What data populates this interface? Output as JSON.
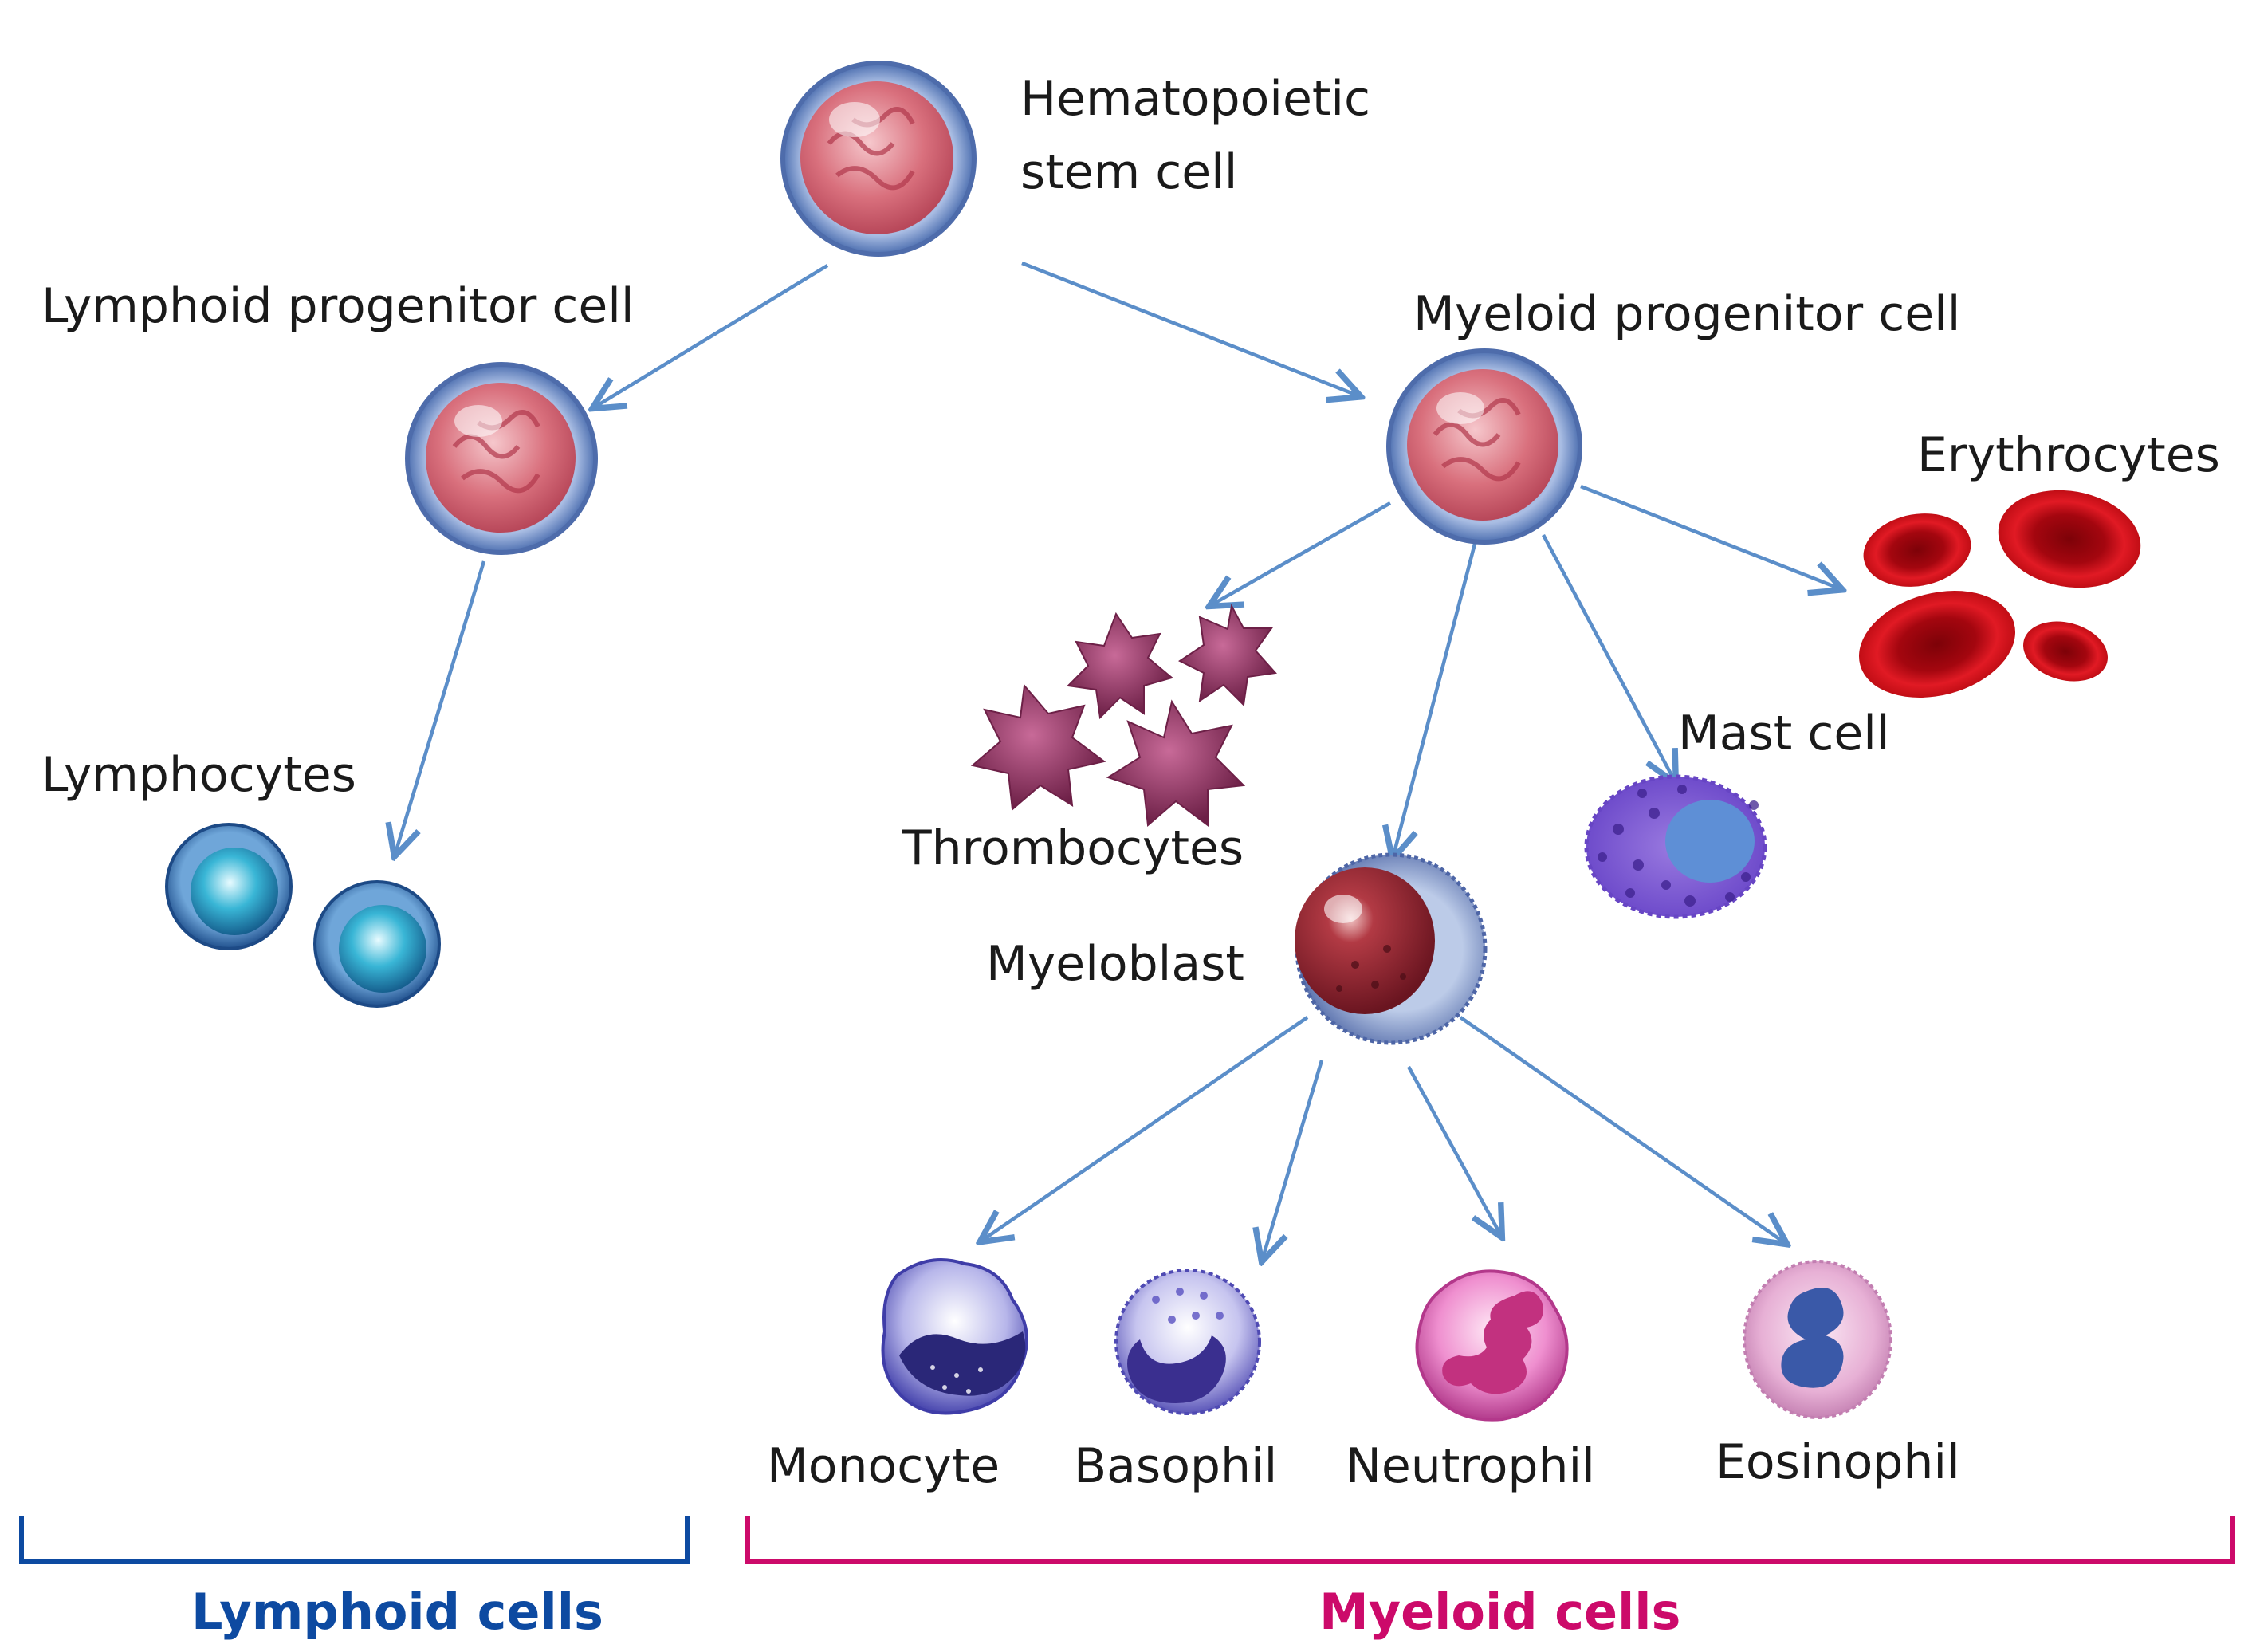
{
  "labels": {
    "hsc_line1": "Hematopoietic",
    "hsc_line2": "stem cell",
    "lymphoid_progenitor": "Lymphoid progenitor cell",
    "myeloid_progenitor": "Myeloid progenitor cell",
    "erythrocytes": "Erythrocytes",
    "lymphocytes": "Lymphocytes",
    "thrombocytes": "Thrombocytes",
    "mast_cell": "Mast cell",
    "myeloblast": "Myeloblast",
    "monocyte": "Monocyte",
    "basophil": "Basophil",
    "neutrophil": "Neutrophil",
    "eosinophil": "Eosinophil"
  },
  "groups": {
    "lymphoid": "Lymphoid cells",
    "myeloid": "Myeloid cells"
  },
  "colors": {
    "arrow": "#5b8ec9",
    "lymphoid_bracket": "#0d4aa1",
    "myeloid_bracket": "#cc0a6a",
    "erythrocyte": "#c8101a",
    "thrombocyte": "#8a3560"
  }
}
